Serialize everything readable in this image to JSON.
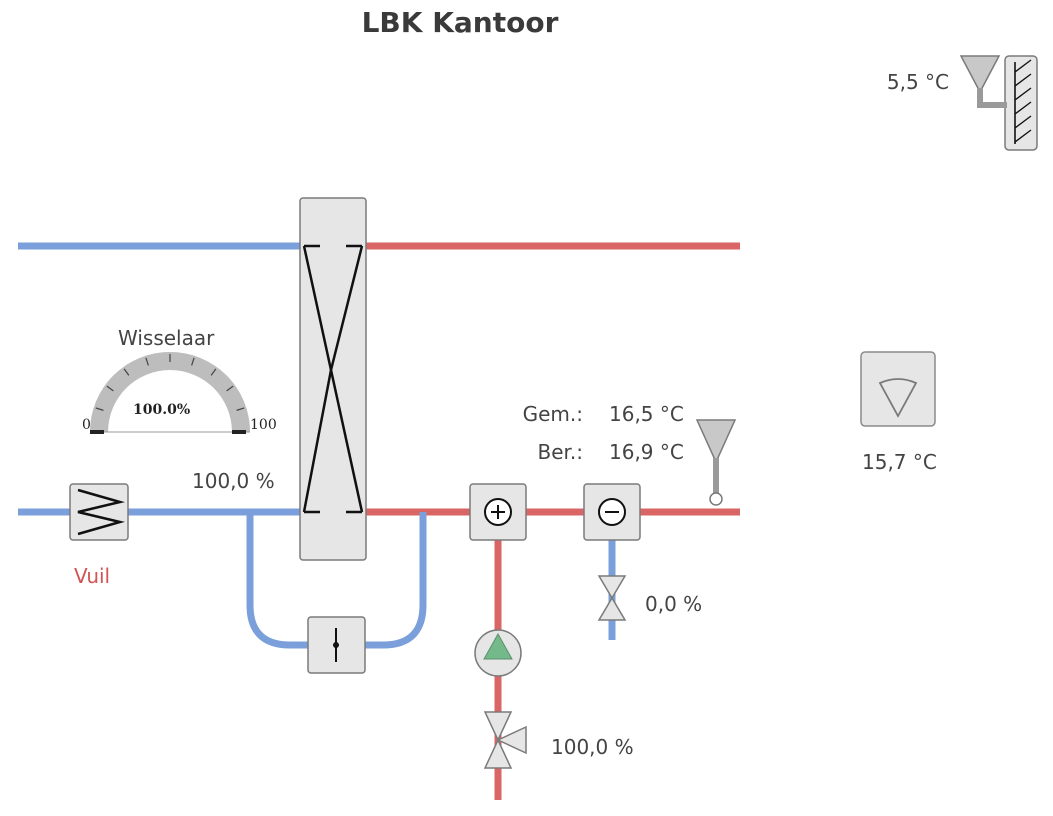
{
  "title": "LBK Kantoor",
  "outdoor_temp": "5,5 °C",
  "room_temp": "15,7 °C",
  "filter_status": "Vuil",
  "exchanger": {
    "gauge_label": "Wisselaar",
    "gauge_min": "0",
    "gauge_max": "100",
    "gauge_value_text": "100.0%",
    "gauge_value": 100,
    "position": "100,0 %"
  },
  "supply": {
    "measured_label": "Gem.:",
    "measured_value": "16,5 °C",
    "setpoint_label": "Ber.:",
    "setpoint_value": "16,9 °C"
  },
  "cooling_valve": "0,0 %",
  "heating_valve": "100,0 %",
  "colors": {
    "cold_duct": "#7a9fdb",
    "warm_duct": "#d96565",
    "component_fill": "#e6e6e6",
    "component_stroke": "#7a7a7a",
    "pump_green": "#74b98a",
    "alarm_text": "#d35454"
  }
}
